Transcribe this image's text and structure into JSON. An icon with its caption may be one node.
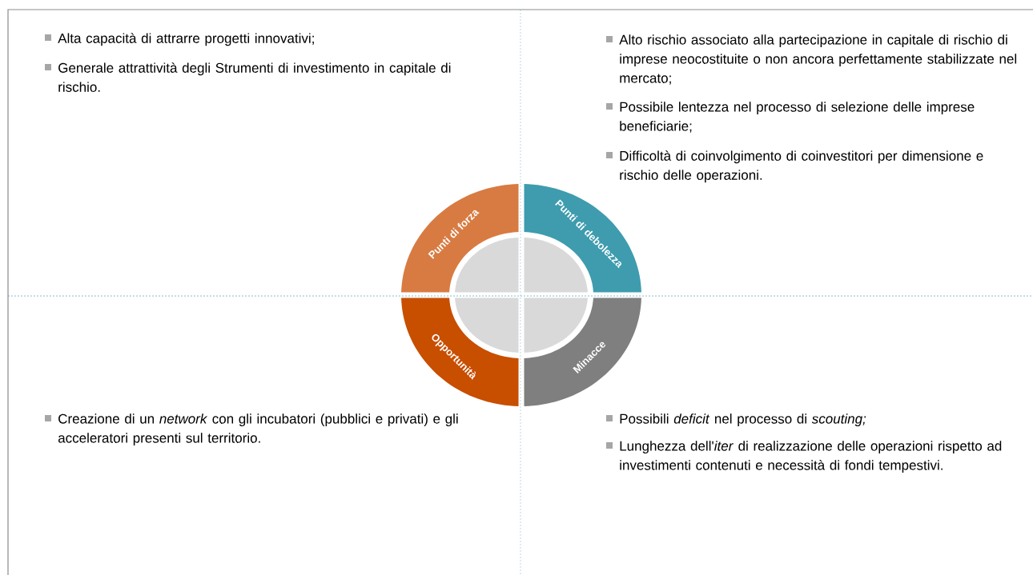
{
  "diagram": {
    "nodes": [
      {
        "text": [
          "Punti di forza"
        ]
      },
      {
        "text": [
          "Punti di debolezza"
        ]
      },
      {
        "text": [
          "Opportunità"
        ]
      },
      {
        "text": [
          "Minacce"
        ]
      }
    ],
    "labels": [
      "Alta capacità di attrarre progetti innovativi;",
      "Generale attrattività degli Strumenti di investimento in capitale di rischio.",
      "Alto rischio associato alla partecipazione in capitale di rischio di imprese neocostituite o non ancora perfettamente stabilizzate nel mercato;",
      "Possibile lentezza nel processo di selezione delle imprese beneficiarie;",
      "Difficoltà di coinvolgimento di coinvestitori per dimensione e rischio delle operazioni.",
      "Creazione di un *network* con gli incubatori (pubblici e privati) e gli acceleratori presenti sul territorio.",
      "Possibili *deficit* nel processo di *scouting;*",
      "Lunghezza dell'*iter* di realizzazione delle operazioni rispetto ad investimenti contenuti e necessità di fondi tempestivi."
    ]
  }
}
